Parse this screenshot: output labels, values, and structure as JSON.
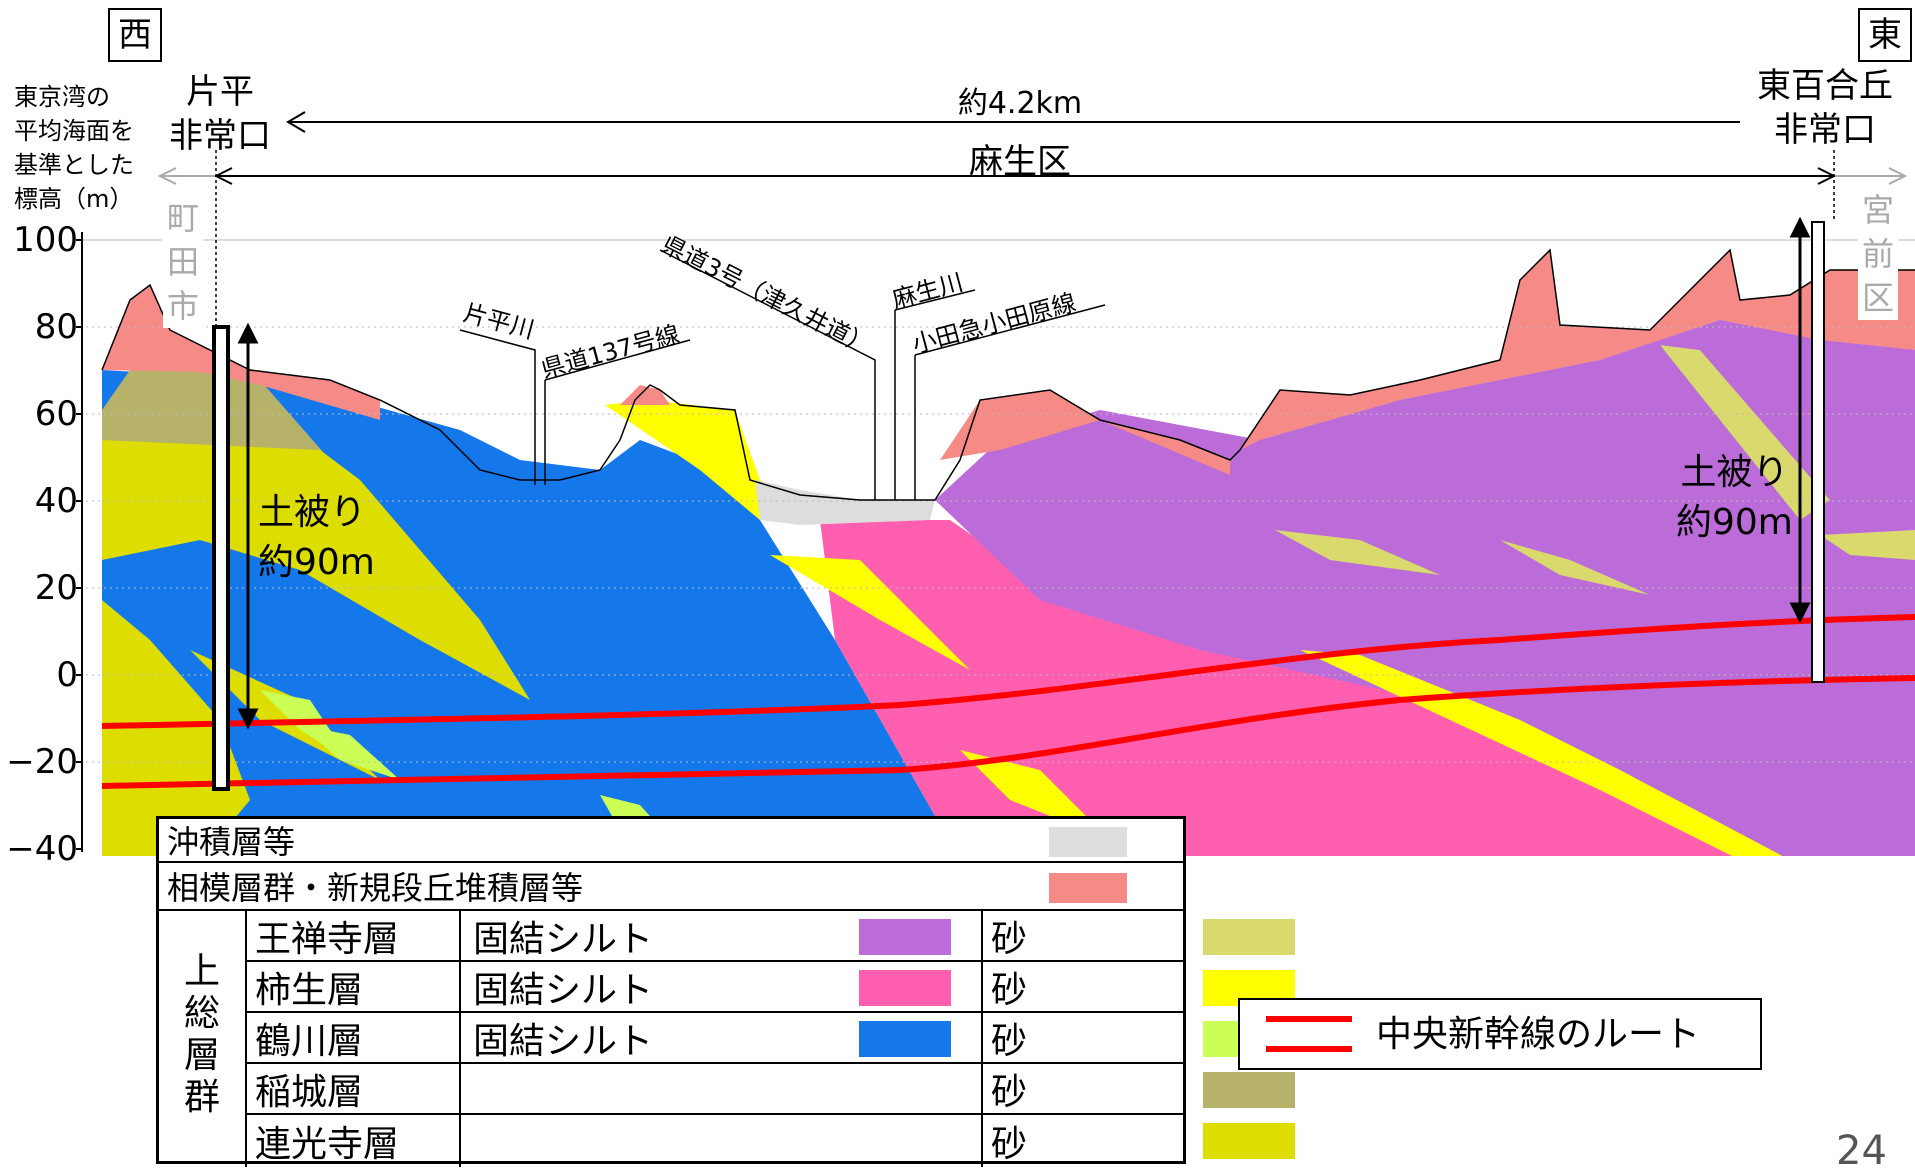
{
  "direction": {
    "west": "西",
    "east": "東"
  },
  "elevation_axis": {
    "title_lines": [
      "東京湾の",
      "平均海面を",
      "基準とした",
      "標高（m）"
    ],
    "ticks": [
      "100",
      "80",
      "60",
      "40",
      "20",
      "0",
      "−20",
      "−40"
    ],
    "tick_values": [
      100,
      80,
      60,
      40,
      20,
      0,
      -20,
      -40
    ]
  },
  "portals": {
    "west": {
      "line1": "片平",
      "line2": "非常口"
    },
    "east": {
      "line1": "東百合丘",
      "line2": "非常口"
    }
  },
  "distance_label": "約4.2km",
  "ward_label": "麻生区",
  "neighbor_wards": {
    "west": [
      "町",
      "田",
      "市"
    ],
    "east": [
      "宮",
      "前",
      "区"
    ]
  },
  "features": {
    "katahira_river": "片平川",
    "prefectural_road_137": "県道137号線",
    "prefectural_road_3": "県道3号（津久井道）",
    "asao_river": "麻生川",
    "odakyu_line": "小田急小田原線"
  },
  "cover": {
    "west": {
      "line1": "土被り",
      "line2": "約90m"
    },
    "east": {
      "line1": "土被り",
      "line2": "約90m"
    }
  },
  "legend": {
    "alluvium": {
      "label": "沖積層等",
      "color": "#dddddd"
    },
    "sagami": {
      "label": "相模層群・新規段丘堆積層等",
      "color": "#f58a86"
    },
    "group_label": [
      "上",
      "総",
      "層",
      "群"
    ],
    "rows": [
      {
        "name": "王禅寺層",
        "silt": "固結シルト",
        "silt_color": "#bb6cd9",
        "sand": "砂",
        "sand_color": "#d9d96e"
      },
      {
        "name": "柿生層",
        "silt": "固結シルト",
        "silt_color": "#ff5fae",
        "sand": "砂",
        "sand_color": "#ffff00"
      },
      {
        "name": "鶴川層",
        "silt": "固結シルト",
        "silt_color": "#1478ea",
        "sand": "砂",
        "sand_color": "#ccff55"
      },
      {
        "name": "稲城層",
        "silt": "",
        "silt_color": "",
        "sand": "砂",
        "sand_color": "#b6b26a"
      },
      {
        "name": "連光寺層",
        "silt": "",
        "silt_color": "",
        "sand": "砂",
        "sand_color": "#dddd00"
      }
    ]
  },
  "route_legend": {
    "label": "中央新幹線のルート",
    "color": "#ff0000"
  },
  "page_number": "24"
}
